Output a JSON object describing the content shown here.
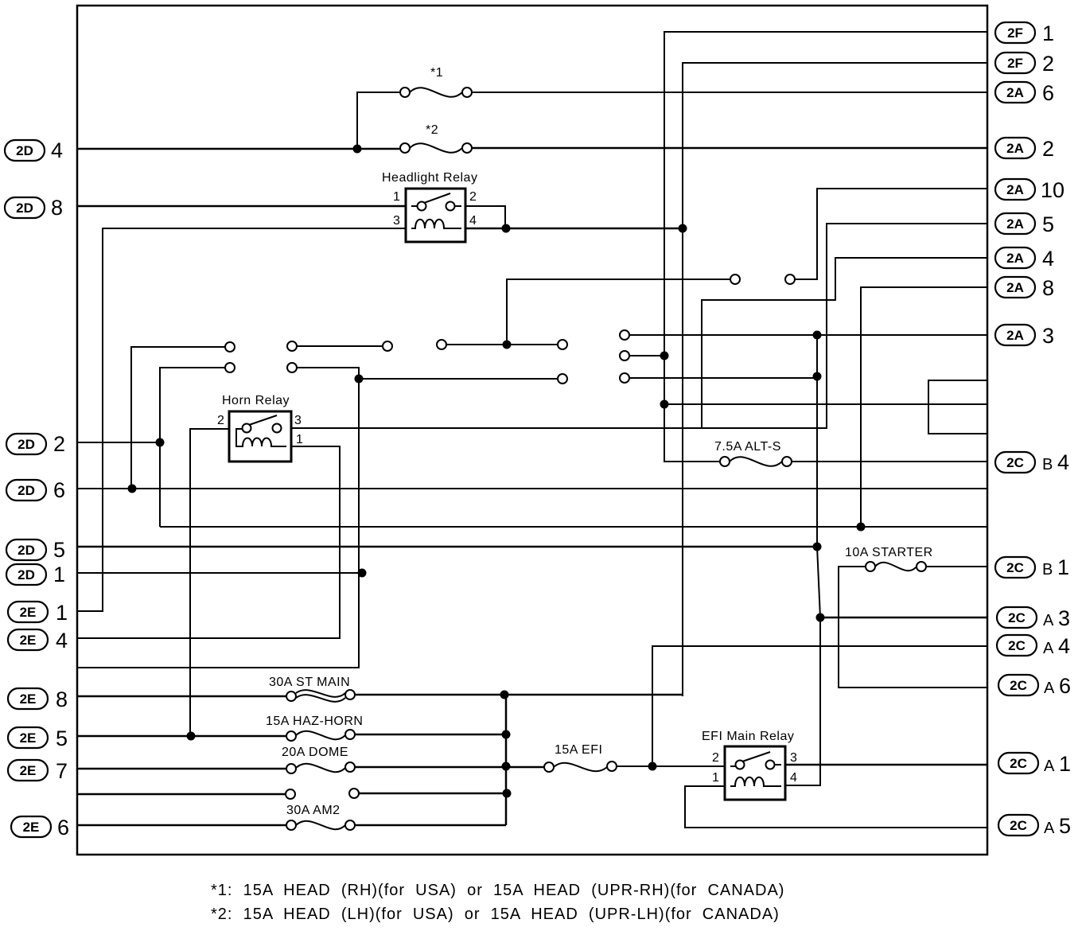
{
  "connectors_left": [
    {
      "id": "2D",
      "pin": "4"
    },
    {
      "id": "2D",
      "pin": "8"
    },
    {
      "id": "2D",
      "pin": "2"
    },
    {
      "id": "2D",
      "pin": "6"
    },
    {
      "id": "2D",
      "pin": "5"
    },
    {
      "id": "2D",
      "pin": "1"
    },
    {
      "id": "2E",
      "pin": "1"
    },
    {
      "id": "2E",
      "pin": "4"
    },
    {
      "id": "2E",
      "pin": "8"
    },
    {
      "id": "2E",
      "pin": "5"
    },
    {
      "id": "2E",
      "pin": "7"
    },
    {
      "id": "2E",
      "pin": "6"
    }
  ],
  "connectors_right": [
    {
      "id": "2F",
      "sub": "",
      "pin": "1"
    },
    {
      "id": "2F",
      "sub": "",
      "pin": "2"
    },
    {
      "id": "2A",
      "sub": "",
      "pin": "6"
    },
    {
      "id": "2A",
      "sub": "",
      "pin": "2"
    },
    {
      "id": "2A",
      "sub": "",
      "pin": "10"
    },
    {
      "id": "2A",
      "sub": "",
      "pin": "5"
    },
    {
      "id": "2A",
      "sub": "",
      "pin": "4"
    },
    {
      "id": "2A",
      "sub": "",
      "pin": "8"
    },
    {
      "id": "2A",
      "sub": "",
      "pin": "3"
    },
    {
      "id": "2C",
      "sub": "B",
      "pin": "4"
    },
    {
      "id": "2C",
      "sub": "B",
      "pin": "1"
    },
    {
      "id": "2C",
      "sub": "A",
      "pin": "3"
    },
    {
      "id": "2C",
      "sub": "A",
      "pin": "4"
    },
    {
      "id": "2C",
      "sub": "A",
      "pin": "6"
    },
    {
      "id": "2C",
      "sub": "A",
      "pin": "1"
    },
    {
      "id": "2C",
      "sub": "A",
      "pin": "5"
    }
  ],
  "fuses": {
    "head_1": "*1",
    "head_2": "*2",
    "alt_s": "7.5A  ALT-S",
    "starter": "10A  STARTER",
    "st_main": "30A  ST  MAIN",
    "haz_horn": "15A  HAZ-HORN",
    "dome": "20A  DOME",
    "am2": "30A  AM2",
    "efi": "15A  EFI"
  },
  "relays": {
    "headlight": {
      "title": "Headlight  Relay",
      "pins": [
        "1",
        "2",
        "3",
        "4"
      ]
    },
    "horn": {
      "title": "Horn  Relay",
      "pins": [
        "2",
        "3",
        "1"
      ]
    },
    "efi_main": {
      "title": "EFI  Main  Relay",
      "pins": [
        "2",
        "3",
        "1",
        "4"
      ]
    }
  },
  "footnotes": {
    "note1": "*1:  15A  HEAD  (RH)(for  USA)  or  15A  HEAD  (UPR-RH)(for  CANADA)",
    "note2": "*2:  15A  HEAD  (LH)(for  USA)  or  15A  HEAD  (UPR-LH)(for  CANADA)"
  }
}
